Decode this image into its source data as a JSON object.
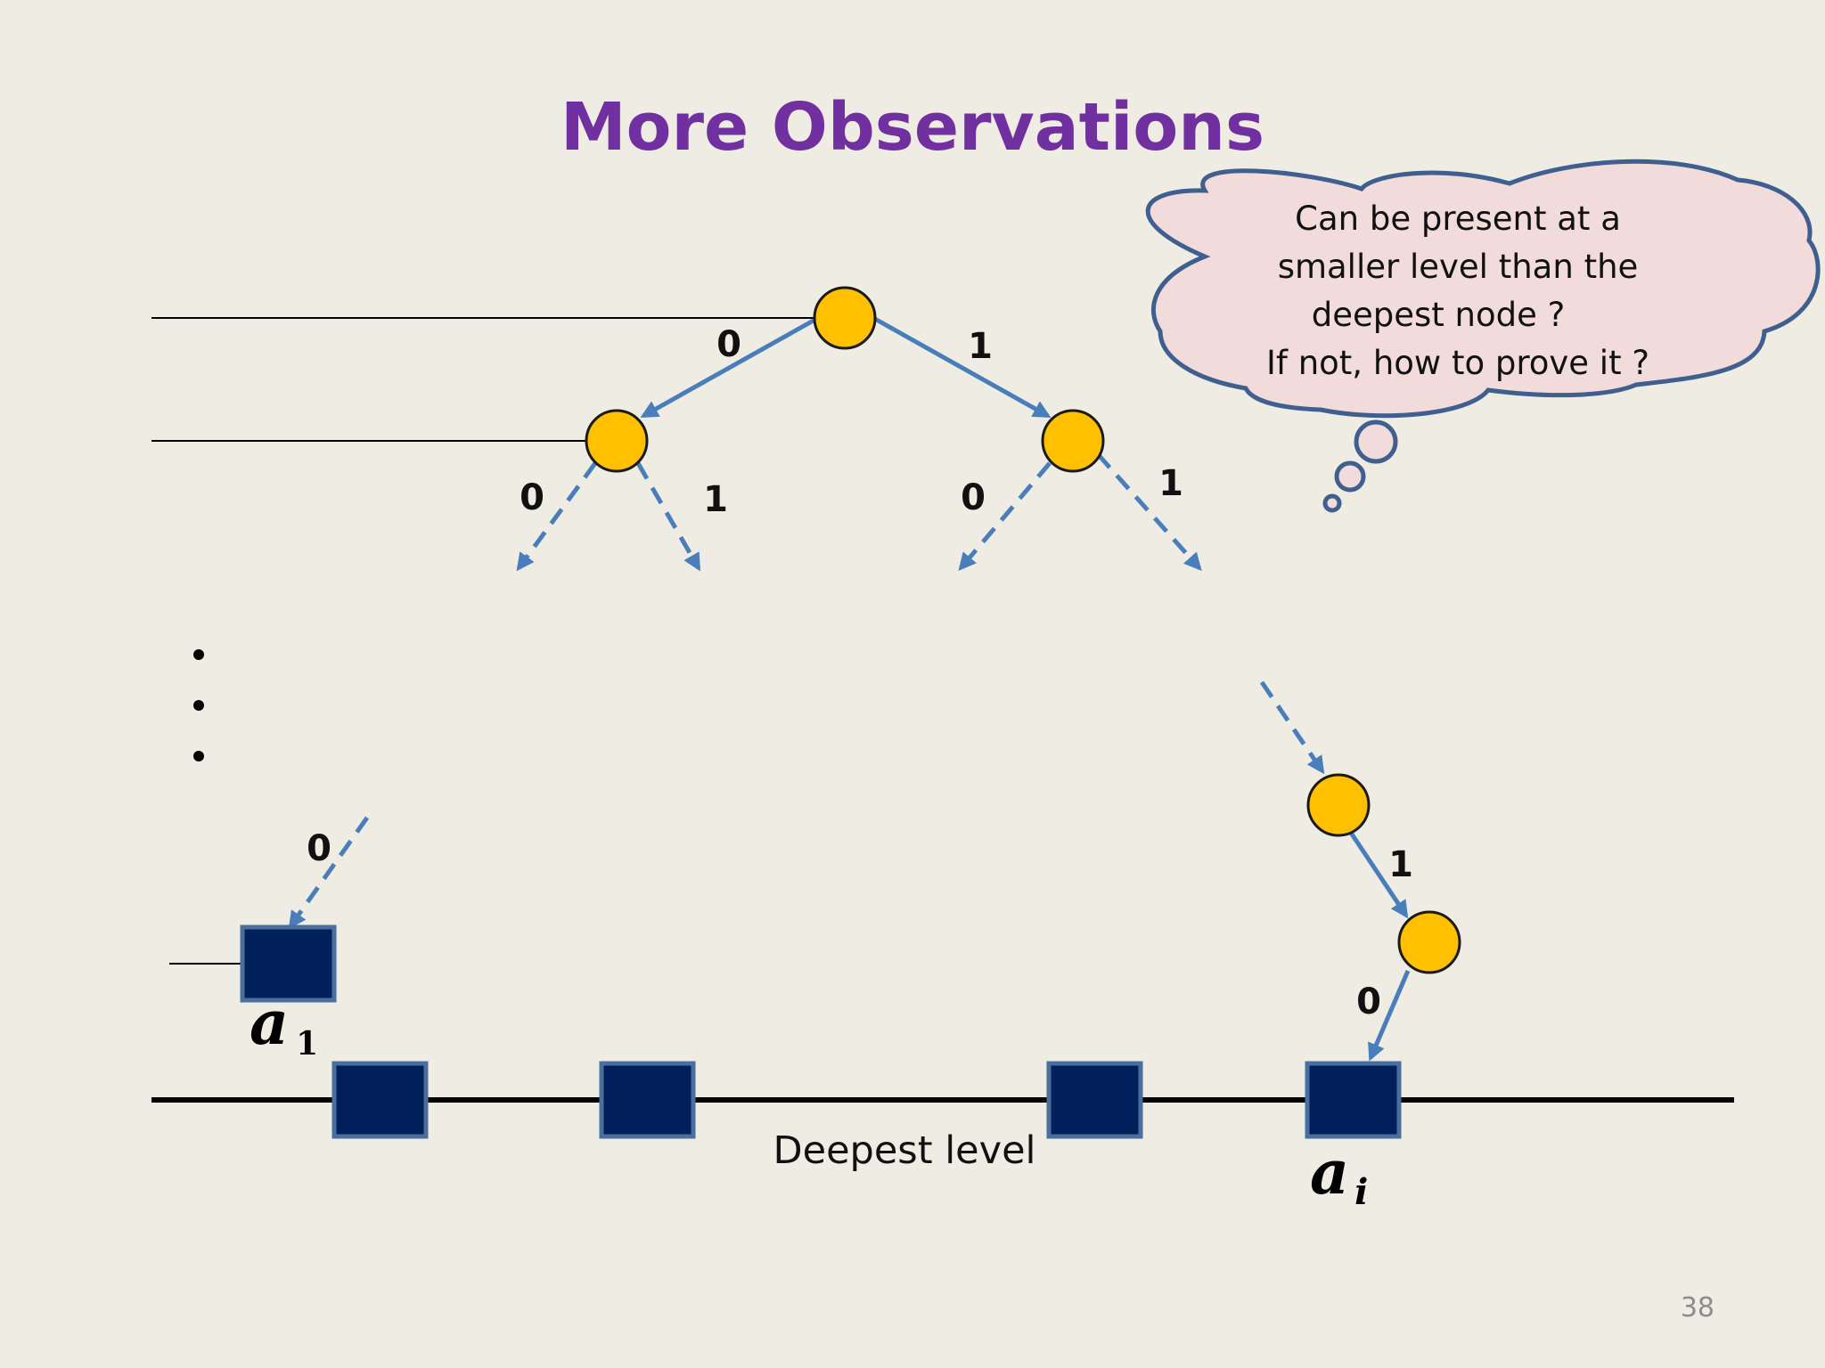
{
  "slide": {
    "title": "More Observations",
    "page_number": "38"
  },
  "thought_bubble": {
    "lines": [
      "Can be present at a",
      "smaller level than the",
      "deepest node ?",
      "If not, how to prove it ?"
    ]
  },
  "tree": {
    "root_left_edge_label": "0",
    "root_right_edge_label": "1",
    "left_child_left_edge_label": "0",
    "left_child_right_edge_label": "1",
    "right_child_left_edge_label": "0",
    "right_child_right_edge_label": "1",
    "ellipsis": "• • •",
    "shallow_leaf_edge_label": "0",
    "lower_path_edge_label_1": "1",
    "lower_path_edge_label_2": "0"
  },
  "leaves": {
    "a1_symbol": "a",
    "a1_subscript": "1",
    "ai_symbol": "a",
    "ai_subscript": "i"
  },
  "deepest_level": {
    "label": "Deepest level"
  },
  "colors": {
    "title": "#7030a0",
    "node_fill": "#ffc000",
    "leaf_fill": "#001f5b",
    "edge": "#4a7ebb",
    "cloud_fill": "#f2dcdb",
    "background": "#efede3"
  }
}
